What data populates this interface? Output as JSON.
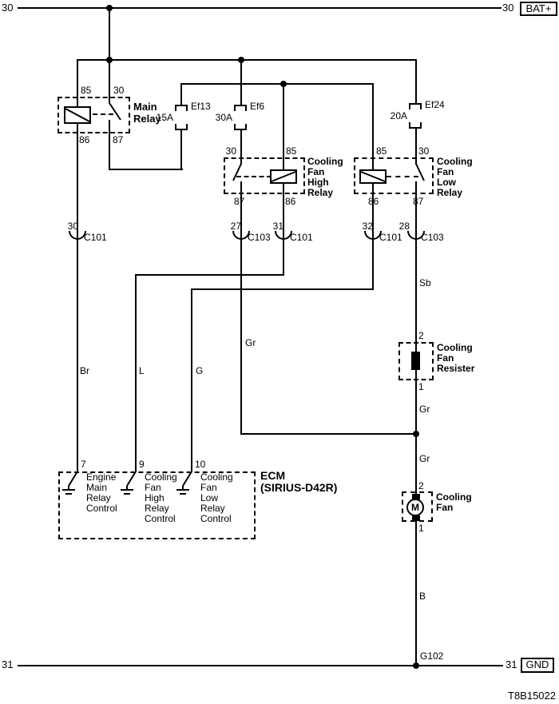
{
  "rails": {
    "top_left": "30",
    "top_right": "30",
    "battery": "BAT+",
    "bottom_left": "31",
    "bottom_right": "31",
    "ground": "GND",
    "ground_point": "G102"
  },
  "diagram_id": "T8B15022",
  "fuses": {
    "ef13": {
      "name": "Ef13",
      "rating": "15A"
    },
    "ef6": {
      "name": "Ef6",
      "rating": "30A"
    },
    "ef24": {
      "name": "Ef24",
      "rating": "20A"
    }
  },
  "relays": {
    "main": {
      "label": [
        "Main",
        "Relay"
      ],
      "pin_top_left": "85",
      "pin_top_right": "30",
      "pin_bottom_left": "86",
      "pin_bottom_right": "87"
    },
    "high": {
      "label": [
        "Cooling",
        "Fan",
        "High",
        "Relay"
      ],
      "pin_top_left": "30",
      "pin_top_right": "85",
      "pin_bottom_left": "87",
      "pin_bottom_right": "86"
    },
    "low": {
      "label": [
        "Cooling",
        "Fan",
        "Low",
        "Relay"
      ],
      "pin_top_left": "85",
      "pin_top_right": "30",
      "pin_bottom_left": "86",
      "pin_bottom_right": "87"
    }
  },
  "connectors": {
    "c30": {
      "pin": "30",
      "name": "C101"
    },
    "c27": {
      "pin": "27",
      "name": "C103"
    },
    "c31": {
      "pin": "31",
      "name": "C101"
    },
    "c32": {
      "pin": "32",
      "name": "C101"
    },
    "c28": {
      "pin": "28",
      "name": "C103"
    }
  },
  "wire_colors": {
    "br": "Br",
    "l": "L",
    "g": "G",
    "gr_branch": "Gr",
    "sb": "Sb",
    "gr_upper": "Gr",
    "gr_lower": "Gr",
    "b": "B"
  },
  "resistor": {
    "label": [
      "Cooling",
      "Fan",
      "Resister"
    ],
    "pin_top": "2",
    "pin_bottom": "1"
  },
  "fan": {
    "label": [
      "Cooling",
      "Fan"
    ],
    "pin_top": "2",
    "pin_bottom": "1",
    "motor": "M"
  },
  "ecm": {
    "title": "ECM",
    "subtitle": "(SIRIUS-D42R)",
    "pins": [
      {
        "number": "7",
        "label": [
          "Engine",
          "Main",
          "Relay",
          "Control"
        ]
      },
      {
        "number": "9",
        "label": [
          "Cooling",
          "Fan",
          "High",
          "Relay",
          "Control"
        ]
      },
      {
        "number": "10",
        "label": [
          "Cooling",
          "Fan",
          "Low",
          "Relay",
          "Control"
        ]
      }
    ]
  }
}
